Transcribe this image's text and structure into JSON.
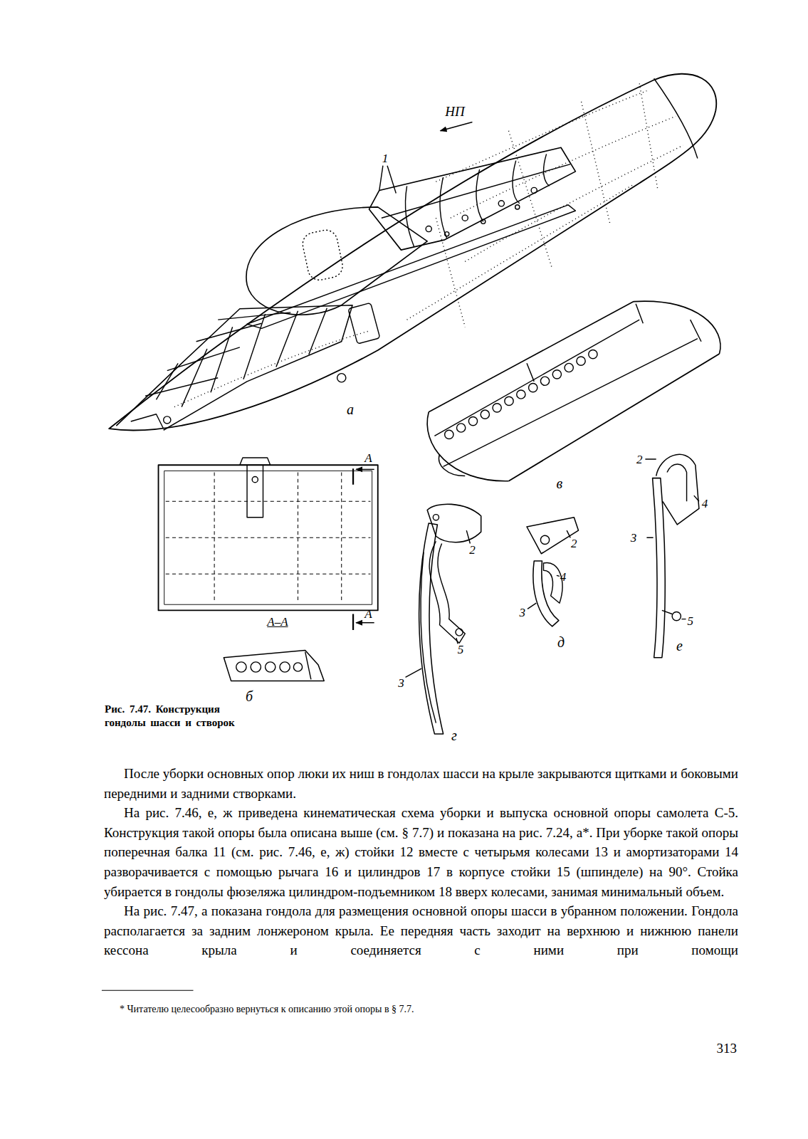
{
  "diagram": {
    "caption": "Рис. 7.47. Конструкция гондолы шасси и створок",
    "labels": [
      "НП",
      "1",
      "а",
      "в",
      "А",
      "А–А",
      "А",
      "2",
      "5",
      "3",
      "г",
      "2",
      "4",
      "3",
      "д",
      "2",
      "4",
      "3",
      "5",
      "е",
      "б",
      "После уборки основных опор люки их ниш в гондолах шасси на крыле закрываются щитками и боковыми передними и задними створками.",
      "На рис. 7.46, е, ж приведена кинематическая схема уборки и выпуска основной опоры самолета С-5. Конструкция такой опоры была описана выше (см. § 7.7) и показана на рис. 7.24, а*. При уборке такой опоры поперечная балка 11 (см. рис. 7.46, е, ж) стойки 12 вместе с четырьмя колесами 13 и амортизаторами 14 разворачивается с помощью рычага 16 и цилиндров 17 в корпусе стойки 15 (шпинделе) на 90°. Стойка убирается в гондолы фюзеляжа цилиндром-подъемником 18 вверх колесами, занимая минимальный объем.",
      "На рис. 7.47, а показана гондола для размещения основной опоры шасси в убранном положении. Гондола располагается за задним лонжероном крыла. Ее передняя часть заходит на верхнюю и нижнюю панели кессона крыла и соединяется с ними при помощи",
      "* Читателю целесообразно вернуться к описанию этой опоры в § 7.7.",
      "313"
    ]
  }
}
